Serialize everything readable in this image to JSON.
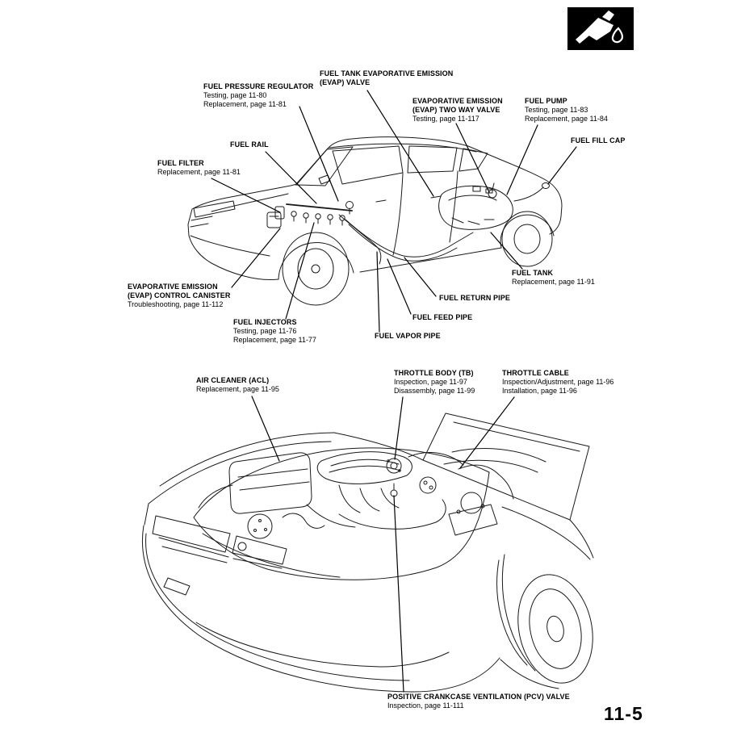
{
  "page": {
    "number": "11-5",
    "section_icon": "fuel-pump-nozzle-icon"
  },
  "colors": {
    "ink": "#000000",
    "paper": "#ffffff"
  },
  "callouts": {
    "fuel_tank_evap_valve": {
      "t1": "FUEL TANK EVAPORATIVE EMISSION",
      "t2": "(EVAP) VALVE"
    },
    "fuel_pressure_regulator": {
      "t1": "FUEL PRESSURE REGULATOR",
      "s1": "Testing, page 11-80",
      "s2": "Replacement, page 11-81"
    },
    "evap_two_way_valve": {
      "t1": "EVAPORATIVE EMISSION",
      "t2": "(EVAP) TWO WAY VALVE",
      "s1": "Testing, page 11-117"
    },
    "fuel_pump": {
      "t1": "FUEL PUMP",
      "s1": "Testing, page 11-83",
      "s2": "Replacement, page 11-84"
    },
    "fuel_rail": {
      "t1": "FUEL RAIL"
    },
    "fuel_fill_cap": {
      "t1": "FUEL FILL CAP"
    },
    "fuel_filter": {
      "t1": "FUEL FILTER",
      "s1": "Replacement, page 11-81"
    },
    "fuel_tank": {
      "t1": "FUEL TANK",
      "s1": "Replacement, page 11-91"
    },
    "evap_control_canister": {
      "t1": "EVAPORATIVE EMISSION",
      "t2": "(EVAP) CONTROL CANISTER",
      "s1": "Troubleshooting, page 11-112"
    },
    "fuel_return_pipe": {
      "t1": "FUEL RETURN PIPE"
    },
    "fuel_injectors": {
      "t1": "FUEL INJECTORS",
      "s1": "Testing, page 11-76",
      "s2": "Replacement, page 11-77"
    },
    "fuel_feed_pipe": {
      "t1": "FUEL FEED PIPE"
    },
    "fuel_vapor_pipe": {
      "t1": "FUEL VAPOR PIPE"
    },
    "air_cleaner": {
      "t1": "AIR CLEANER (ACL)",
      "s1": "Replacement, page 11-95"
    },
    "throttle_body": {
      "t1": "THROTTLE BODY (TB)",
      "s1": "Inspection, page 11-97",
      "s2": "Disassembly, page 11-99"
    },
    "throttle_cable": {
      "t1": "THROTTLE CABLE",
      "s1": "Inspection/Adjustment, page 11-96",
      "s2": "Installation, page 11-96"
    },
    "pcv_valve": {
      "t1": "POSITIVE CRANKCASE VENTILATION (PCV) VALVE",
      "s1": "Inspection, page 11-111"
    }
  }
}
